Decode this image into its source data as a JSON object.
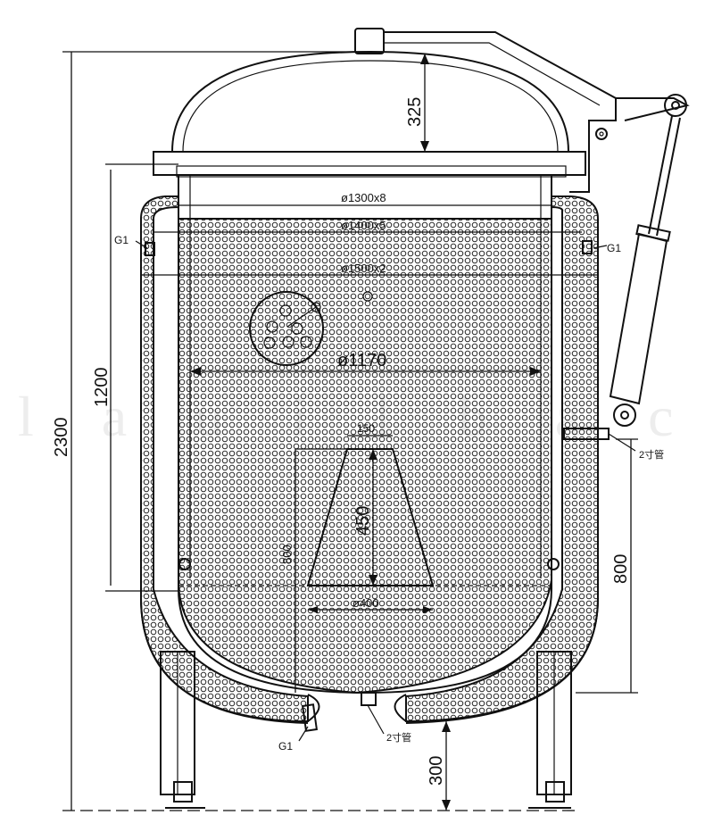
{
  "labels": {
    "d1300": "ø1300x8",
    "d1400": "ø1400x5",
    "d1500": "ø1500x2",
    "d1170": "ø1170",
    "d400": "ø400",
    "w150": "150",
    "h325": "325",
    "h1200": "1200",
    "h2300": "2300",
    "h450": "450",
    "h800a": "800",
    "h800b": "800",
    "h300": "300",
    "g1_left": "G1",
    "g1_right": "G1",
    "g1_bottom": "G1",
    "port_right": "2寸管",
    "port_bottom": "2寸管"
  },
  "colors": {
    "line": "#111111",
    "insulation": "#ffffff",
    "background": "#ffffff"
  }
}
